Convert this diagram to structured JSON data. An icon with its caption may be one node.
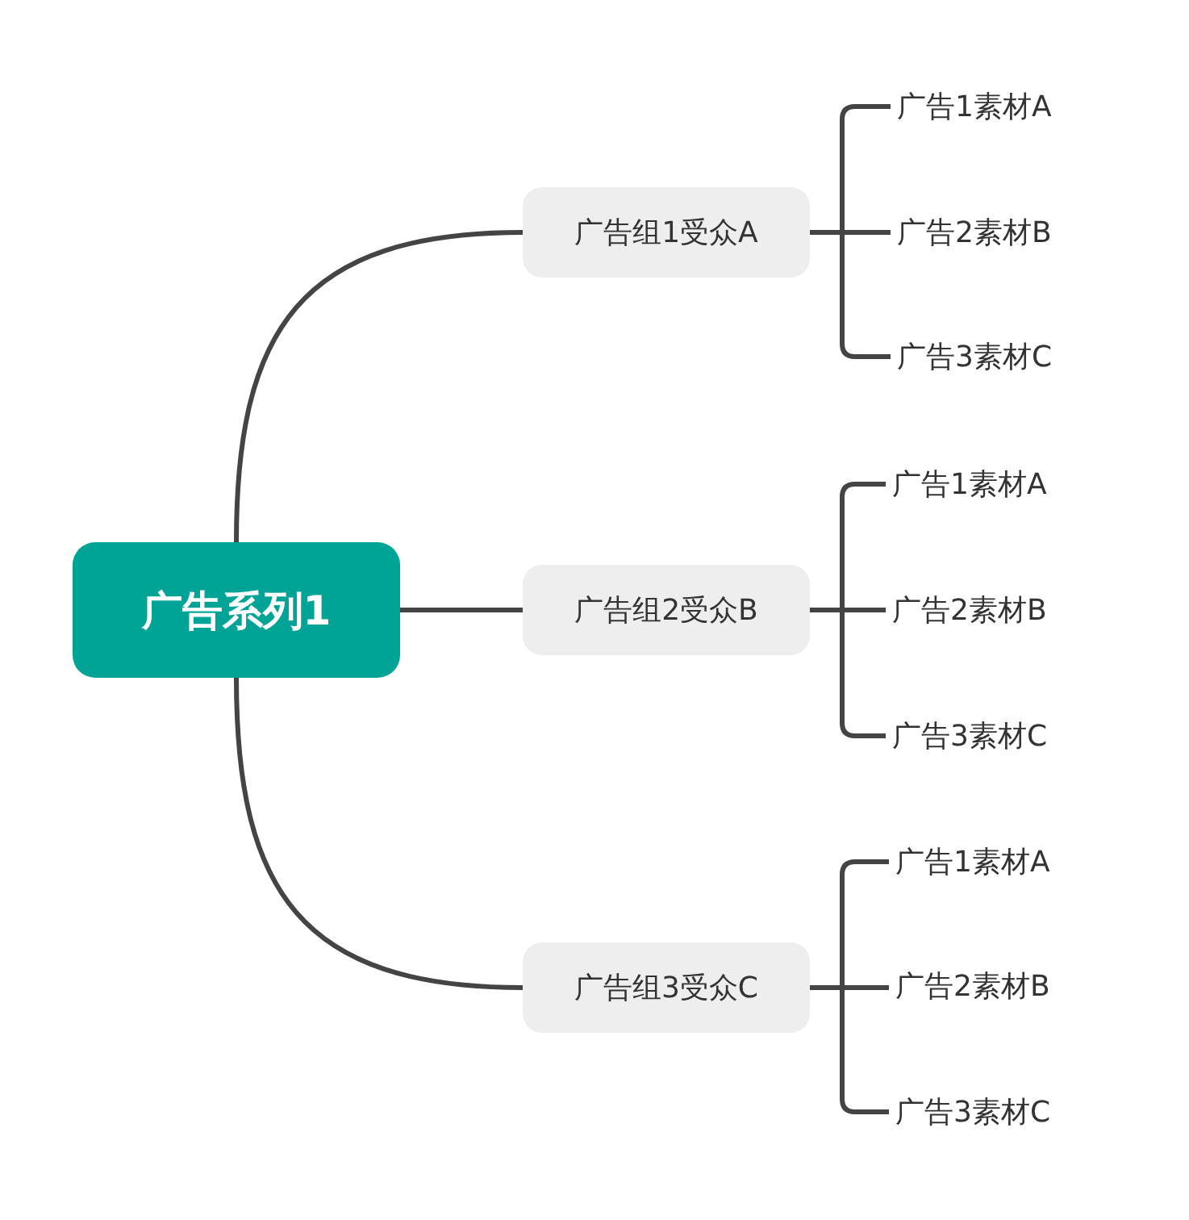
{
  "diagram": {
    "nodes": [
      {
        "text": [
          "广告系列1"
        ]
      },
      {
        "text": [
          "广告组1受众A"
        ]
      },
      {
        "text": [
          "广告1素材A"
        ]
      },
      {
        "text": [
          "广告2素材B"
        ]
      },
      {
        "text": [
          "广告3素材C"
        ]
      },
      {
        "text": [
          "广告组2受众B"
        ]
      },
      {
        "text": [
          "广告1素材A"
        ]
      },
      {
        "text": [
          "广告2素材B"
        ]
      },
      {
        "text": [
          "广告3素材C"
        ]
      },
      {
        "text": [
          "广告组3受众C"
        ]
      },
      {
        "text": [
          "广告1素材A"
        ]
      },
      {
        "text": [
          "广告2素材B"
        ]
      },
      {
        "text": [
          "广告3素材C"
        ]
      }
    ],
    "edges": [
      {
        "from": 0,
        "to": 1,
        "arrow": "none"
      },
      {
        "from": 1,
        "to": 2,
        "arrow": "none"
      },
      {
        "from": 1,
        "to": 3,
        "arrow": "none"
      },
      {
        "from": 1,
        "to": 4,
        "arrow": "none"
      },
      {
        "from": 0,
        "to": 5,
        "arrow": "none"
      },
      {
        "from": 5,
        "to": 6,
        "arrow": "none"
      },
      {
        "from": 5,
        "to": 7,
        "arrow": "none"
      },
      {
        "from": 5,
        "to": 8,
        "arrow": "none"
      },
      {
        "from": 0,
        "to": 9,
        "arrow": "none"
      },
      {
        "from": 9,
        "to": 10,
        "arrow": "none"
      },
      {
        "from": 9,
        "to": 11,
        "arrow": "none"
      },
      {
        "from": 9,
        "to": 12,
        "arrow": "none"
      }
    ]
  }
}
